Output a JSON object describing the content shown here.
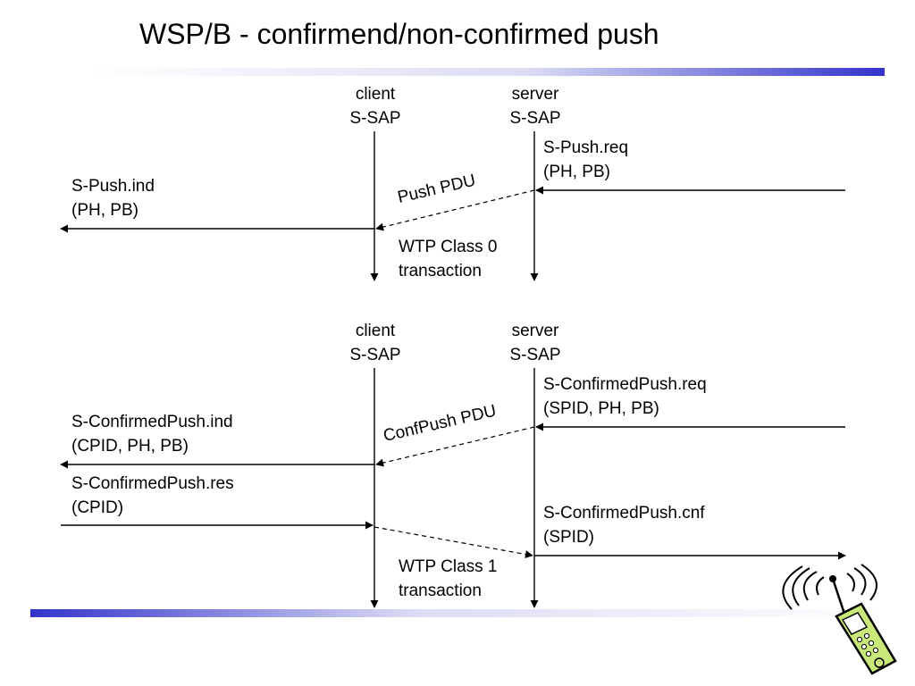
{
  "slide": {
    "title": "WSP/B - confirmend/non-confirmed push",
    "accent_color": "#3333cc"
  },
  "top": {
    "client_line1": "client",
    "client_line2": "S-SAP",
    "server_line1": "server",
    "server_line2": "S-SAP",
    "req_line1": "S-Push.req",
    "req_line2": "(PH, PB)",
    "ind_line1": "S-Push.ind",
    "ind_line2": "(PH, PB)",
    "pdu": "Push PDU",
    "wtp_line1": "WTP Class 0",
    "wtp_line2": "transaction"
  },
  "bottom": {
    "client_line1": "client",
    "client_line2": "S-SAP",
    "server_line1": "server",
    "server_line2": "S-SAP",
    "req_line1": "S-ConfirmedPush.req",
    "req_line2": "(SPID, PH, PB)",
    "ind_line1": "S-ConfirmedPush.ind",
    "ind_line2": "(CPID, PH, PB)",
    "pdu": "ConfPush PDU",
    "res_line1": "S-ConfirmedPush.res",
    "res_line2": "(CPID)",
    "cnf_line1": "S-ConfirmedPush.cnf",
    "cnf_line2": "(SPID)",
    "wtp_line1": "WTP Class 1",
    "wtp_line2": "transaction"
  },
  "icons": {
    "phone": "mobile-phone-icon"
  }
}
